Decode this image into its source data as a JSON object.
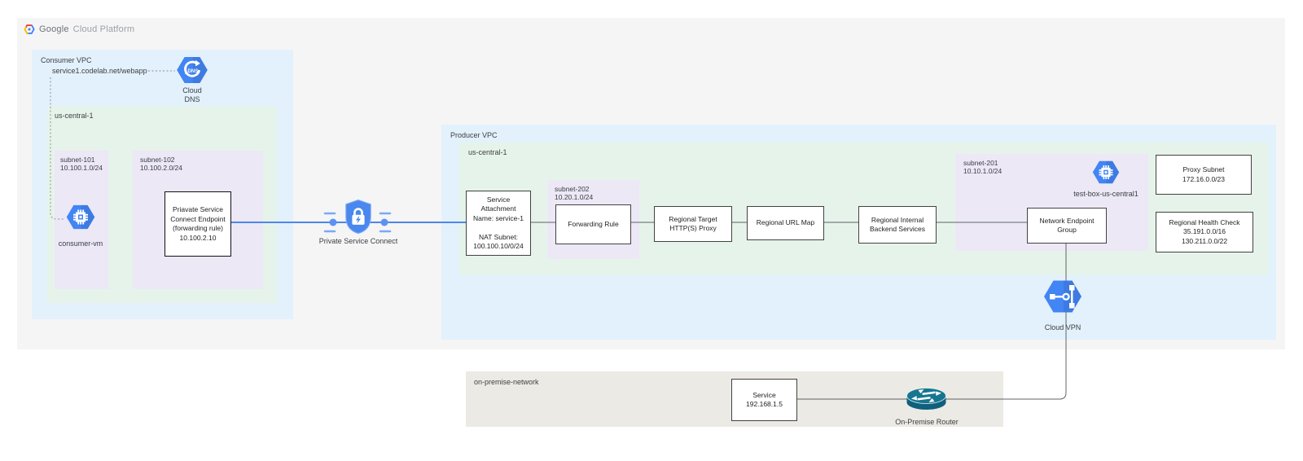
{
  "brand": {
    "name_primary": "Google",
    "name_secondary": "Cloud Platform"
  },
  "consumer_vpc": {
    "label": "Consumer VPC",
    "dns_record": "service1.codelab.net/webapp",
    "cloud_dns": {
      "label_line1": "Cloud",
      "label_line2": "DNS"
    },
    "region": {
      "label": "us-central-1",
      "subnet_101": {
        "name": "subnet-101",
        "cidr": "10.100.1.0/24",
        "vm_label": "consumer-vm"
      },
      "subnet_102": {
        "name": "subnet-102",
        "cidr": "10.100.2.0/24",
        "endpoint_box": {
          "lines": [
            "Priavate Service",
            "Connect Endpoint",
            "(forwarding rule)",
            "10.100.2.10"
          ]
        }
      }
    }
  },
  "psc": {
    "label": "Private Service Connect"
  },
  "producer_vpc": {
    "label": "Producer VPC",
    "region": {
      "label": "us-central-1",
      "service_attachment": {
        "lines": [
          "Service",
          "Attachment",
          "Name: service-1",
          " ",
          "NAT Subnet:",
          "100.100.10/0/24"
        ]
      },
      "subnet_202": {
        "name": "subnet-202",
        "cidr": "10.20.1.0/24",
        "forwarding_rule_label": "Forwarding Rule"
      },
      "target_proxy": {
        "lines": [
          "Regional Target",
          "HTTP(S) Proxy"
        ]
      },
      "url_map_label": "Regional URL Map",
      "backend_services": {
        "lines": [
          "Regional Internal",
          "Backend Services"
        ]
      },
      "subnet_201": {
        "name": "subnet-201",
        "cidr": "10.10.1.0/24",
        "vm_label": "test-box-us-central1",
        "neg": {
          "lines": [
            "Network Endpoint",
            "Group"
          ]
        }
      },
      "proxy_subnet": {
        "lines": [
          "Proxy Subnet",
          "172.16.0.0/23"
        ]
      },
      "health_check": {
        "lines": [
          "Regional Health Check",
          "35.191.0.0/16",
          "130.211.0.0/22"
        ]
      }
    }
  },
  "cloud_vpn": {
    "label": "Cloud VPN"
  },
  "on_premise": {
    "label": "on-premise-network",
    "service_box": {
      "lines": [
        "Service",
        "192.168.1.5"
      ]
    },
    "router_label": "On-Premise Router"
  },
  "colors": {
    "google_blue": "#4285f4",
    "connector_blue": "#4d87ea",
    "connector_gray": "#5f6368",
    "vpc_fill": "#e3f1fc",
    "region_fill": "#e6f3ea",
    "subnet_fill": "#ece8f6",
    "onprem_fill": "#eceae4",
    "panel_fill": "#f5f5f6",
    "router_teal": "#17768f"
  }
}
